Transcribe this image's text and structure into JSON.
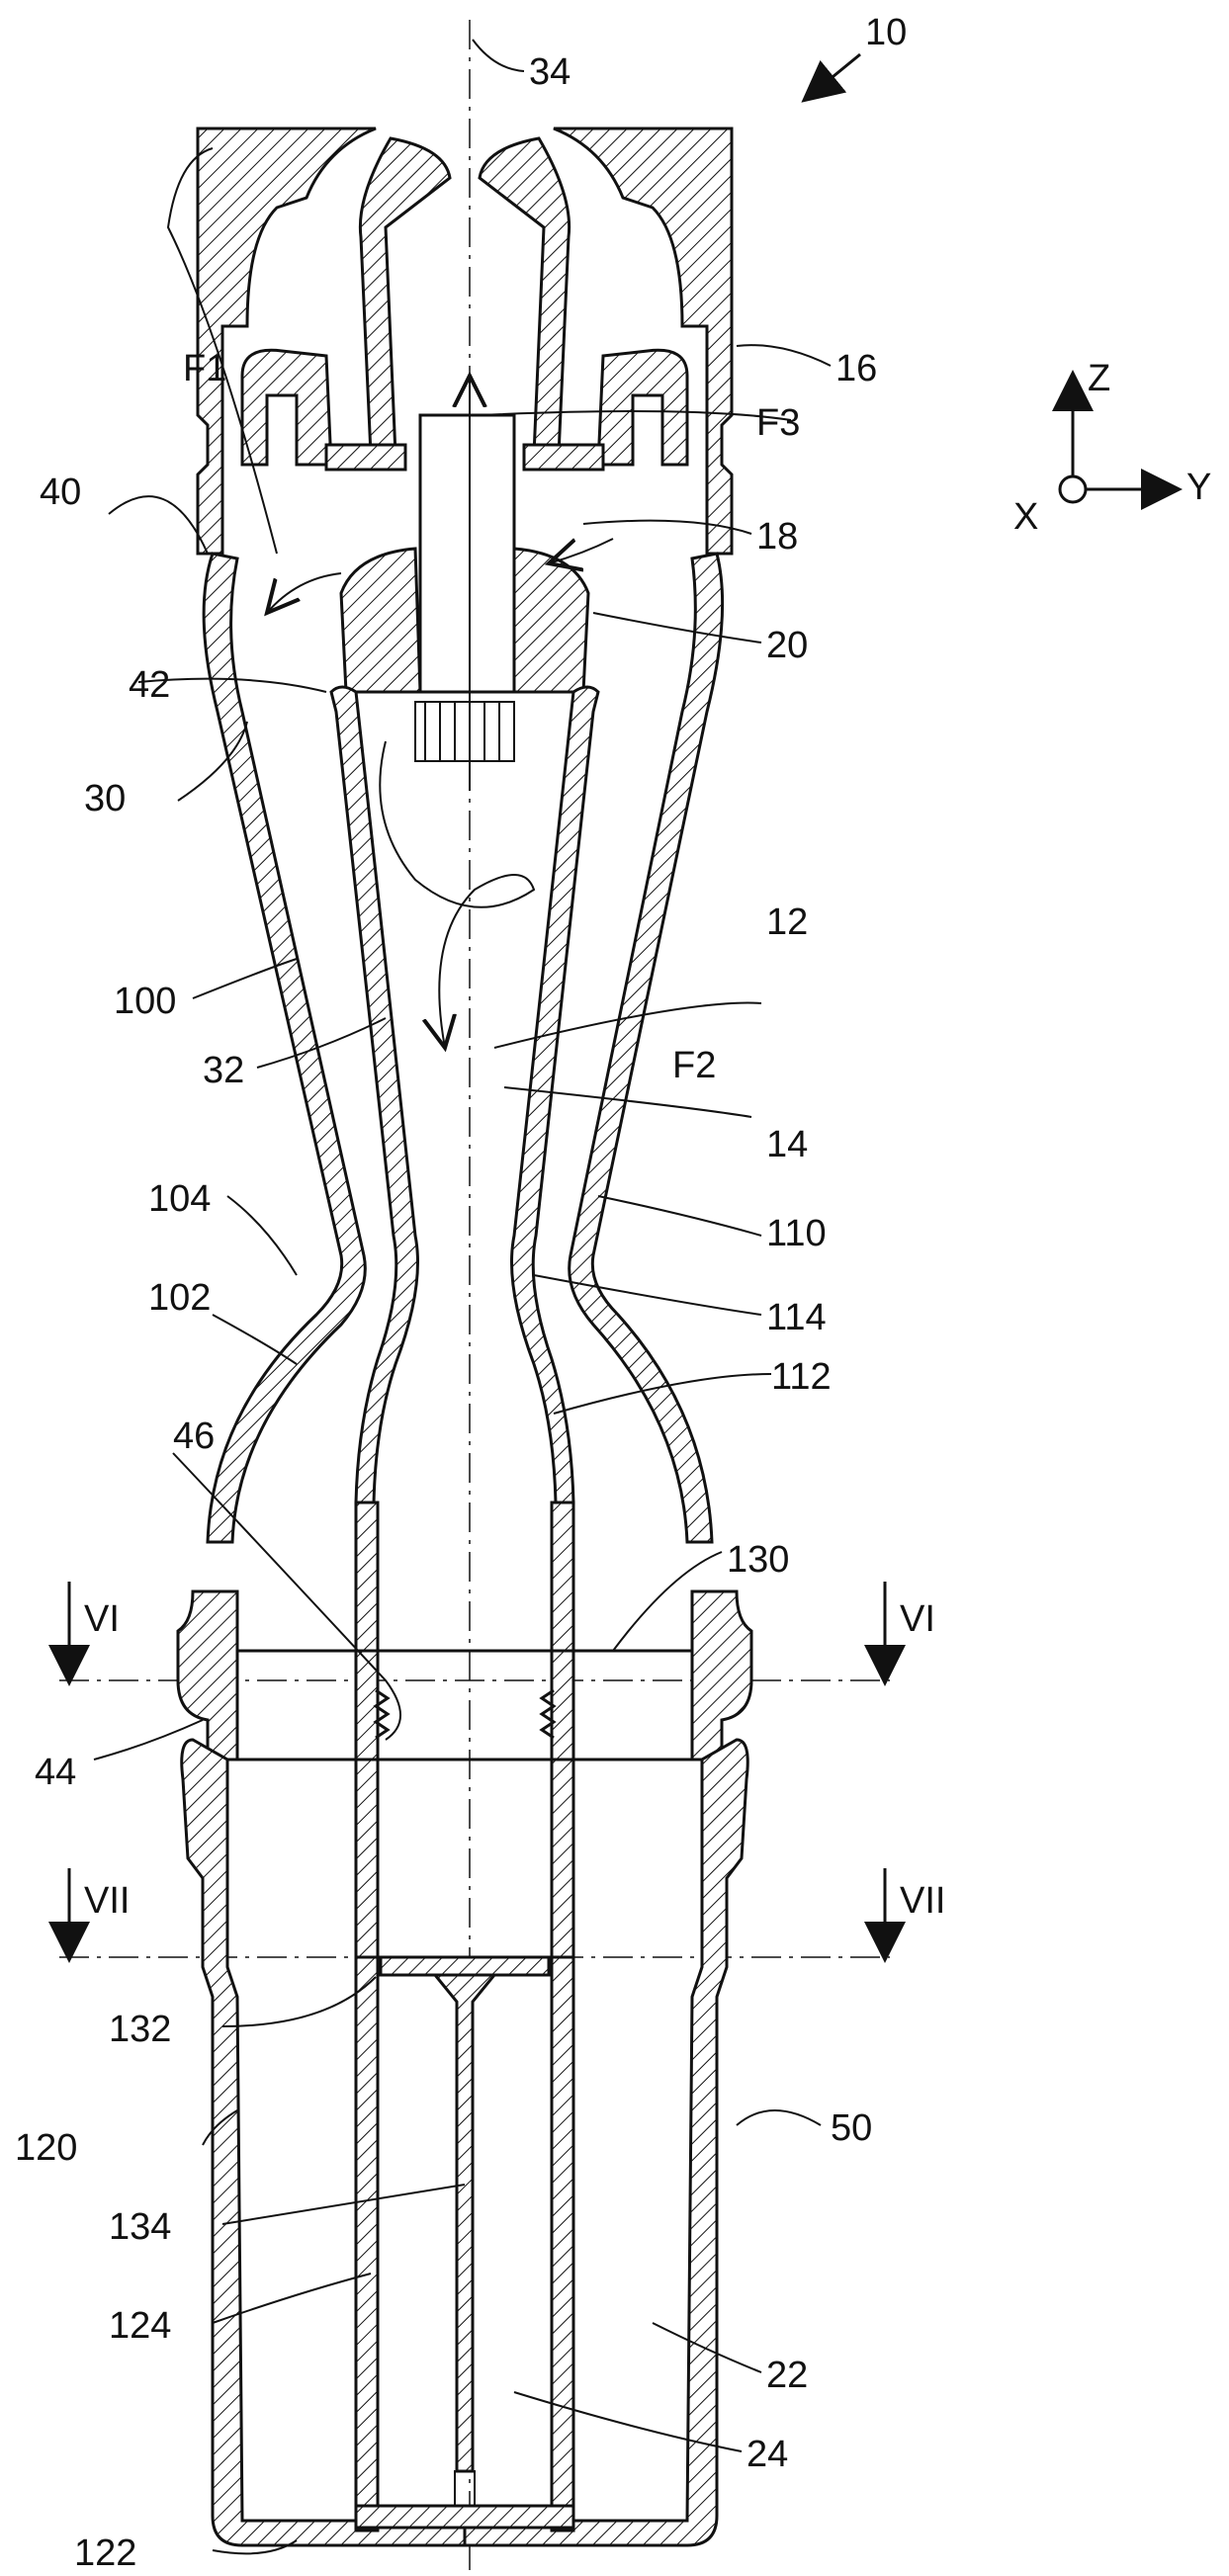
{
  "figure": {
    "reference_numerals": {
      "assembly": "10",
      "axis": "34",
      "r12": "12",
      "r14": "14",
      "r16": "16",
      "r18": "18",
      "r20": "20",
      "r22": "22",
      "r24": "24",
      "r30": "30",
      "r32": "32",
      "r40": "40",
      "r42": "42",
      "r44": "44",
      "r46": "46",
      "r50": "50",
      "r100": "100",
      "r102": "102",
      "r104": "104",
      "r110": "110",
      "r112": "112",
      "r114": "114",
      "r120": "120",
      "r122": "122",
      "r124": "124",
      "r130": "130",
      "r132": "132",
      "r134": "134"
    },
    "flows": {
      "f1": "F1",
      "f2": "F2",
      "f3": "F3"
    },
    "sections": {
      "vi_left": "VI",
      "vi_right": "VI",
      "vii_left": "VII",
      "vii_right": "VII"
    },
    "axes": {
      "z": "Z",
      "y": "Y",
      "x": "X"
    }
  }
}
